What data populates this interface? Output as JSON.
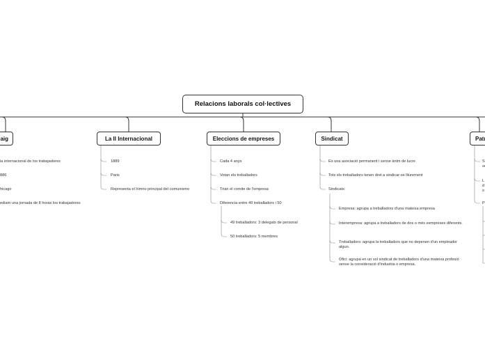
{
  "root": {
    "label": "Relacions laborals col·lectives"
  },
  "branches": [
    {
      "id": "vaga",
      "label": "aig",
      "items": [
        "ia internacional de los trabajadores",
        "886",
        "hicago",
        "ediam una jornada de 8 horas los trabajadores"
      ]
    },
    {
      "id": "internacional",
      "label": "La II Internacional",
      "items": [
        "1889",
        "Paris",
        "Representa el himno principal del comunismo"
      ]
    },
    {
      "id": "eleccions",
      "label": "Eleccions de empreses",
      "items": [
        "Cada 4 anys",
        "Votan els treballadors",
        "Trian el comite de l'empresa",
        "Diferencia entre 49 treballadors i 50"
      ],
      "sub_items": [
        "49 treballadors: 3 delegats de personal",
        "50 treballadors: 5 membres"
      ]
    },
    {
      "id": "sindicat",
      "label": "Sindicat",
      "items": [
        "Es una asociació permanent i sense ànim de lucre",
        "Tots els treballadors tenen dret a sindicar-se lliurement",
        "Sindicats:"
      ],
      "sub_items": [
        "Empresa: agrupa a treballadors d'una mateixa empresa",
        "Interempresa: agrupa a treballadors de dos o més eempreses diferents.",
        "Treballadors: agrupa la treballadors que no depenen d'un empleador algun.",
        "Ofici: agrupa en un sol sindicat de treballadors d'una mateixa profesió sense la consideració d'industria o empresa."
      ]
    },
    {
      "id": "patronal",
      "label": "Patr",
      "items": [
        "S",
        "se",
        "L",
        "d",
        "o",
        "P"
      ]
    }
  ]
}
